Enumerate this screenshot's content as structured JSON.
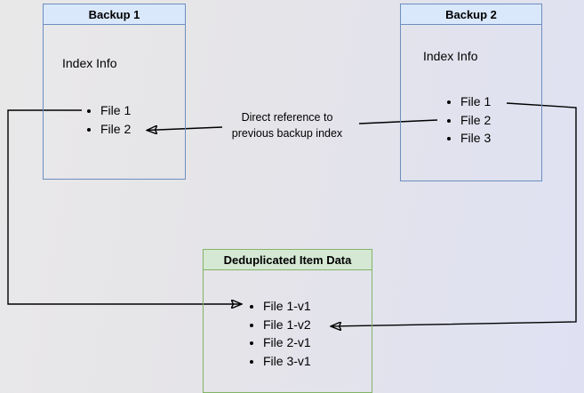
{
  "diagram": {
    "backup1": {
      "title": "Backup 1",
      "subtitle": "Index Info",
      "items": [
        "File 1",
        "File 2"
      ]
    },
    "backup2": {
      "title": "Backup 2",
      "subtitle": "Index Info",
      "items": [
        "File 1",
        "File 2",
        "File 3"
      ]
    },
    "dedup": {
      "title": "Deduplicated Item Data",
      "items": [
        "File 1-v1",
        "File 1-v2",
        "File 2-v1",
        "File 3-v1"
      ]
    },
    "annotation": {
      "line1": "Direct reference to",
      "line2": "previous backup index"
    },
    "colors": {
      "blue_header_fill": "#dae8fc",
      "blue_border": "#6c8ebf",
      "green_header_fill": "#d5e8d4",
      "green_border": "#82b366",
      "arrow": "#000000",
      "background_left": "#e9e8e9",
      "background_right": "#dfe1f3"
    }
  }
}
